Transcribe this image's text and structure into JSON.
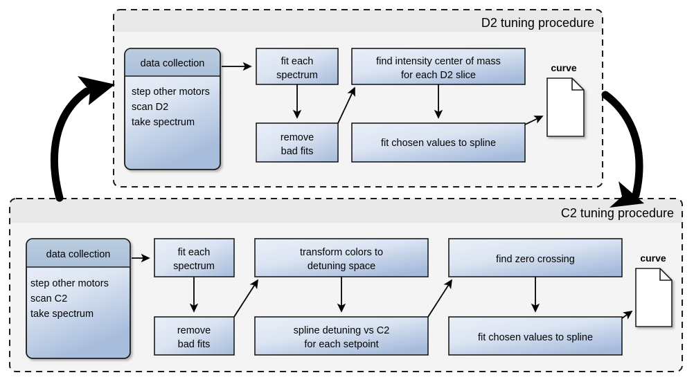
{
  "diagram": {
    "type": "flowchart",
    "panels": [
      {
        "id": "d2",
        "title": "D2 tuning procedure",
        "data_collection": {
          "header": "data collection",
          "lines": [
            "step other motors",
            "scan D2",
            "take spectrum"
          ]
        },
        "steps": [
          {
            "id": "d2-fit-each-spectrum",
            "lines": [
              "fit each",
              "spectrum"
            ]
          },
          {
            "id": "d2-remove-bad-fits",
            "lines": [
              "remove",
              "bad fits"
            ]
          },
          {
            "id": "d2-find-intensity-com",
            "lines": [
              "find intensity center of mass",
              "for each D2 slice"
            ]
          },
          {
            "id": "d2-fit-chosen-values",
            "lines": [
              "fit chosen values to spline"
            ]
          }
        ],
        "output": {
          "id": "d2-curve",
          "label": "curve"
        }
      },
      {
        "id": "c2",
        "title": "C2 tuning procedure",
        "data_collection": {
          "header": "data collection",
          "lines": [
            "step other motors",
            "scan C2",
            "take spectrum"
          ]
        },
        "steps": [
          {
            "id": "c2-fit-each-spectrum",
            "lines": [
              "fit each",
              "spectrum"
            ]
          },
          {
            "id": "c2-remove-bad-fits",
            "lines": [
              "remove",
              "bad fits"
            ]
          },
          {
            "id": "c2-transform-colors",
            "lines": [
              "transform colors to",
              "detuning space"
            ]
          },
          {
            "id": "c2-spline-detuning",
            "lines": [
              "spline detuning vs C2",
              "for each setpoint"
            ]
          },
          {
            "id": "c2-find-zero-crossing",
            "lines": [
              "find zero crossing"
            ]
          },
          {
            "id": "c2-fit-chosen-values",
            "lines": [
              "fit chosen values to spline"
            ]
          }
        ],
        "output": {
          "id": "c2-curve",
          "label": "curve"
        }
      }
    ],
    "colors": {
      "box_fill_light": "#e9eef8",
      "box_fill_dark": "#a7bcdb",
      "header_fill": "#b3c6de",
      "panel_title_band": "#e9e9e9",
      "panel_body": "#f4f4f4",
      "stroke": "#000000",
      "doc_fill": "#ffffff"
    }
  }
}
